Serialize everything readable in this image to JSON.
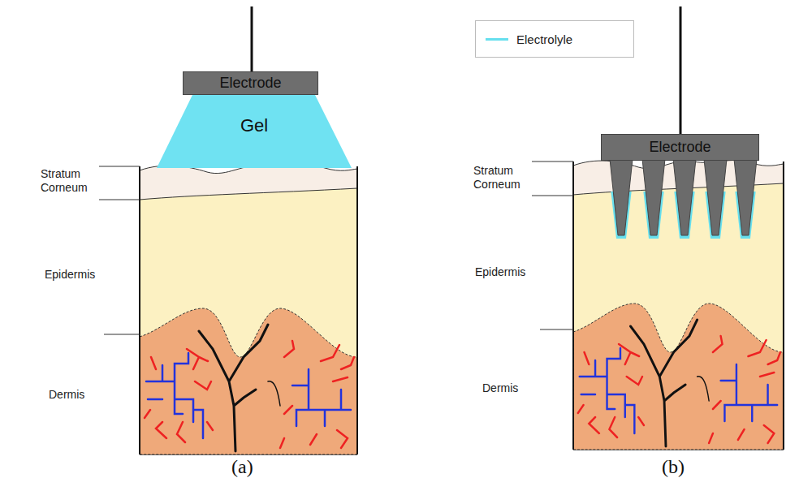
{
  "diagram": {
    "nodes": [
      {
        "text": [
          "Electrode"
        ]
      },
      {
        "text": [
          "Gel"
        ]
      },
      {
        "text": [
          "Electrode"
        ]
      }
    ],
    "labels": [
      "Stratum Corneum",
      "Epidermis",
      "Dermis",
      "(a)",
      "Stratum Corneum",
      "Epidermis",
      "Dermis",
      "(b)"
    ],
    "legend": [
      {
        "text": "Electrolyle",
        "color": "#66dfee"
      }
    ]
  }
}
